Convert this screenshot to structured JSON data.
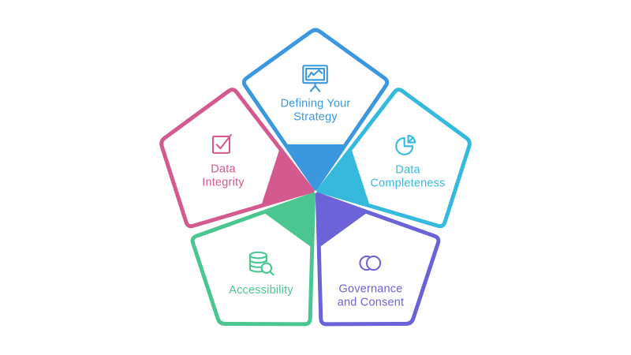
{
  "canvas": {
    "background_color": "#ffffff"
  },
  "diagram": {
    "kind": "pentagon-petal-cycle",
    "petal_count": 5
  },
  "petals": [
    {
      "name": "defining-your-strategy",
      "label_lines": [
        "Defining Your",
        "Strategy"
      ],
      "color": "#3b98df",
      "icon": "presentation-chart-icon"
    },
    {
      "name": "data-completeness",
      "label_lines": [
        "Data",
        "Completeness"
      ],
      "color": "#35b9dc",
      "icon": "pie-chart-icon"
    },
    {
      "name": "governance-and-consent",
      "label_lines": [
        "Governance",
        "and Consent"
      ],
      "color": "#6c63d8",
      "icon": "overlapping-circles-icon"
    },
    {
      "name": "accessibility",
      "label_lines": [
        "Accessibility"
      ],
      "color": "#4cc690",
      "icon": "database-search-icon"
    },
    {
      "name": "data-integrity",
      "label_lines": [
        "Data",
        "Integrity"
      ],
      "color": "#d4598e",
      "icon": "checkbox-check-icon"
    }
  ]
}
